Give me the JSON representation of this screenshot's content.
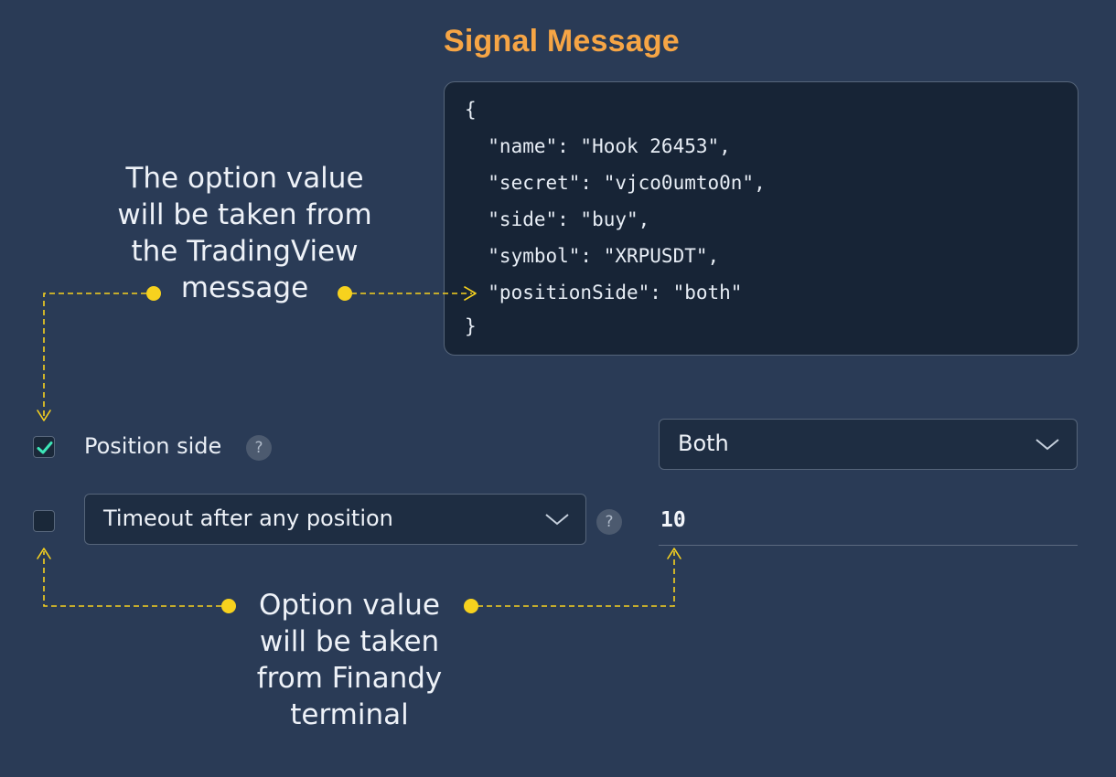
{
  "title": "Signal Message",
  "signal_message": {
    "lines": [
      "{",
      "  \"name\": \"Hook 26453\",",
      "  \"secret\": \"vjco0umto0n\",",
      "  \"side\": \"buy\",",
      "  \"symbol\": \"XRPUSDT\",",
      "  \"positionSide\": \"both\"",
      "}"
    ]
  },
  "note_top": {
    "lines": [
      "The option value",
      "will be taken from",
      "the TradingView",
      "message"
    ]
  },
  "note_bottom": {
    "lines": [
      "Option value",
      "will be taken",
      "from Finandy",
      "terminal"
    ]
  },
  "position_side": {
    "checked": true,
    "label": "Position side",
    "help": "?",
    "select_value": "Both"
  },
  "timeout": {
    "checked": false,
    "select_value": "Timeout after any position",
    "help": "?",
    "input_value": "10"
  },
  "colors": {
    "background": "#2a3b56",
    "title": "#f6a545",
    "arrow": "#f7d21e",
    "check": "#3ee6b8"
  },
  "icons": {
    "checkmark": "check-icon",
    "dropdown": "chevron-down-icon",
    "help": "question-icon",
    "connector": "dot-icon"
  }
}
